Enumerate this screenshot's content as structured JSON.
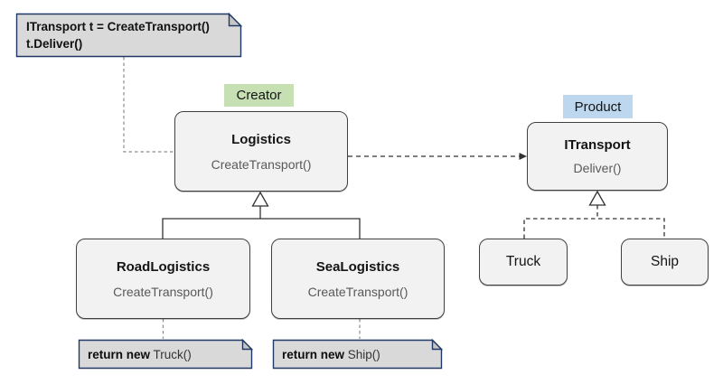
{
  "diagram": {
    "title_note": {
      "line1": "ITransport t = CreateTransport()",
      "line2": "t.Deliver()"
    },
    "role_labels": {
      "creator": "Creator",
      "product": "Product"
    },
    "classes": {
      "logistics": {
        "name": "Logistics",
        "method": "CreateTransport()"
      },
      "itransport": {
        "name": "ITransport",
        "method": "Deliver()"
      },
      "road_logistics": {
        "name": "RoadLogistics",
        "method": "CreateTransport()"
      },
      "sea_logistics": {
        "name": "SeaLogistics",
        "method": "CreateTransport()"
      },
      "truck": {
        "name": "Truck"
      },
      "ship": {
        "name": "Ship"
      }
    },
    "code_notes": {
      "truck": {
        "keyword": "return new",
        "expression": " Truck()"
      },
      "ship": {
        "keyword": "return new",
        "expression": " Ship()"
      }
    }
  },
  "colors": {
    "creator_bg": "#c6e0b4",
    "product_bg": "#bdd7ee",
    "note_bg": "#d9d9d9",
    "note_fold": "#c6c6c6",
    "note_border": "#1f3864",
    "box_bg": "#f2f2f2",
    "box_border": "#404040",
    "method_text": "#595959",
    "connector_gray": "#8c8c8c",
    "line_dark": "#333333"
  }
}
